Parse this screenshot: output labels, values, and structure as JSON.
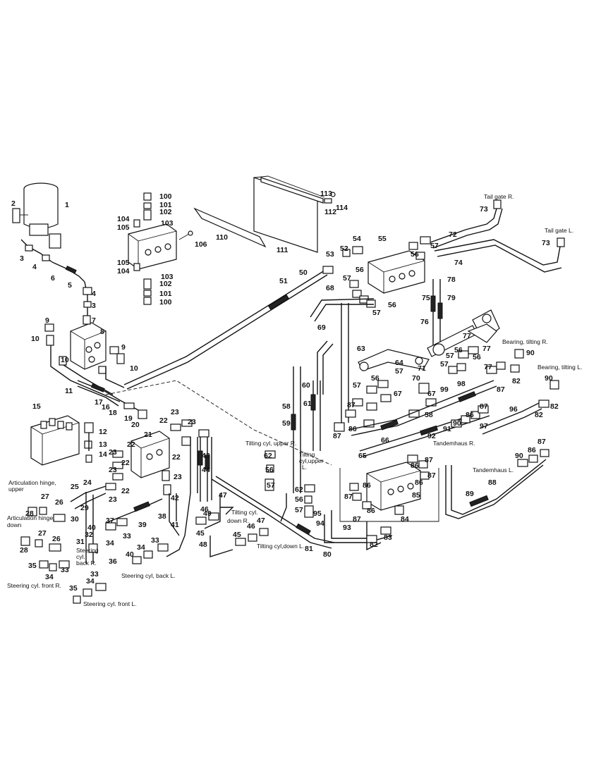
{
  "part_numbers": [
    "1",
    "2",
    "3",
    "4",
    "5",
    "6",
    "7",
    "8",
    "9",
    "10",
    "11",
    "12",
    "13",
    "14",
    "15",
    "16",
    "17",
    "18",
    "19",
    "20",
    "21",
    "22",
    "23",
    "24",
    "25",
    "26",
    "27",
    "28",
    "29",
    "30",
    "31",
    "32",
    "33",
    "34",
    "35",
    "36",
    "37",
    "38",
    "39",
    "40",
    "41",
    "42",
    "43",
    "44",
    "45",
    "46",
    "47",
    "48",
    "49",
    "50",
    "51",
    "52",
    "53",
    "54",
    "55",
    "56",
    "57",
    "58",
    "59",
    "60",
    "61",
    "62",
    "63",
    "64",
    "65",
    "66",
    "67",
    "68",
    "69",
    "70",
    "71",
    "72",
    "73",
    "74",
    "75",
    "76",
    "77",
    "78",
    "79",
    "80",
    "81",
    "82",
    "83",
    "84",
    "85",
    "86",
    "87",
    "88",
    "89",
    "90",
    "91",
    "92",
    "93",
    "94",
    "95",
    "96",
    "97",
    "98",
    "99",
    "100",
    "101",
    "102",
    "103",
    "104",
    "105",
    "106",
    "110",
    "111",
    "112",
    "113",
    "114"
  ],
  "captions": {
    "tail_gate_r": "Tail gate R.",
    "tail_gate_l": "Tail gate L.",
    "bearing_tilting_r": "Bearing, tilting R.",
    "bearing_tilting_l": "Bearing, tilting L.",
    "tandemhaus_r": "Tandemhaus R.",
    "tandemhaus_l": "Tandemhaus L.",
    "tilting_cyl_upper_r": "Tilting cyl, upper R.",
    "tilting_cyl_upper_l_1": "Tilting",
    "tilting_cyl_upper_l_2": "cyl,upper",
    "tilting_cyl_upper_l_3": "L.",
    "tilting_cyl_down_r_1": "Tilting cyl.",
    "tilting_cyl_down_r_2": "down R.",
    "tilting_cyl_down_l": "Tilting cyl,down L.",
    "articulation_upper_1": "Articulation hinge,",
    "articulation_upper_2": "upper",
    "articulation_down_1": "Articulation hinge,",
    "articulation_down_2": "down",
    "steering_back_r_1": "Steering",
    "steering_back_r_2": "cyl.",
    "steering_back_r_3": "back R.",
    "steering_back_l": "Steering cyl, back L.",
    "steering_front_r": "Steering cyl. front R.",
    "steering_front_l": "Steering cyl. front L."
  }
}
